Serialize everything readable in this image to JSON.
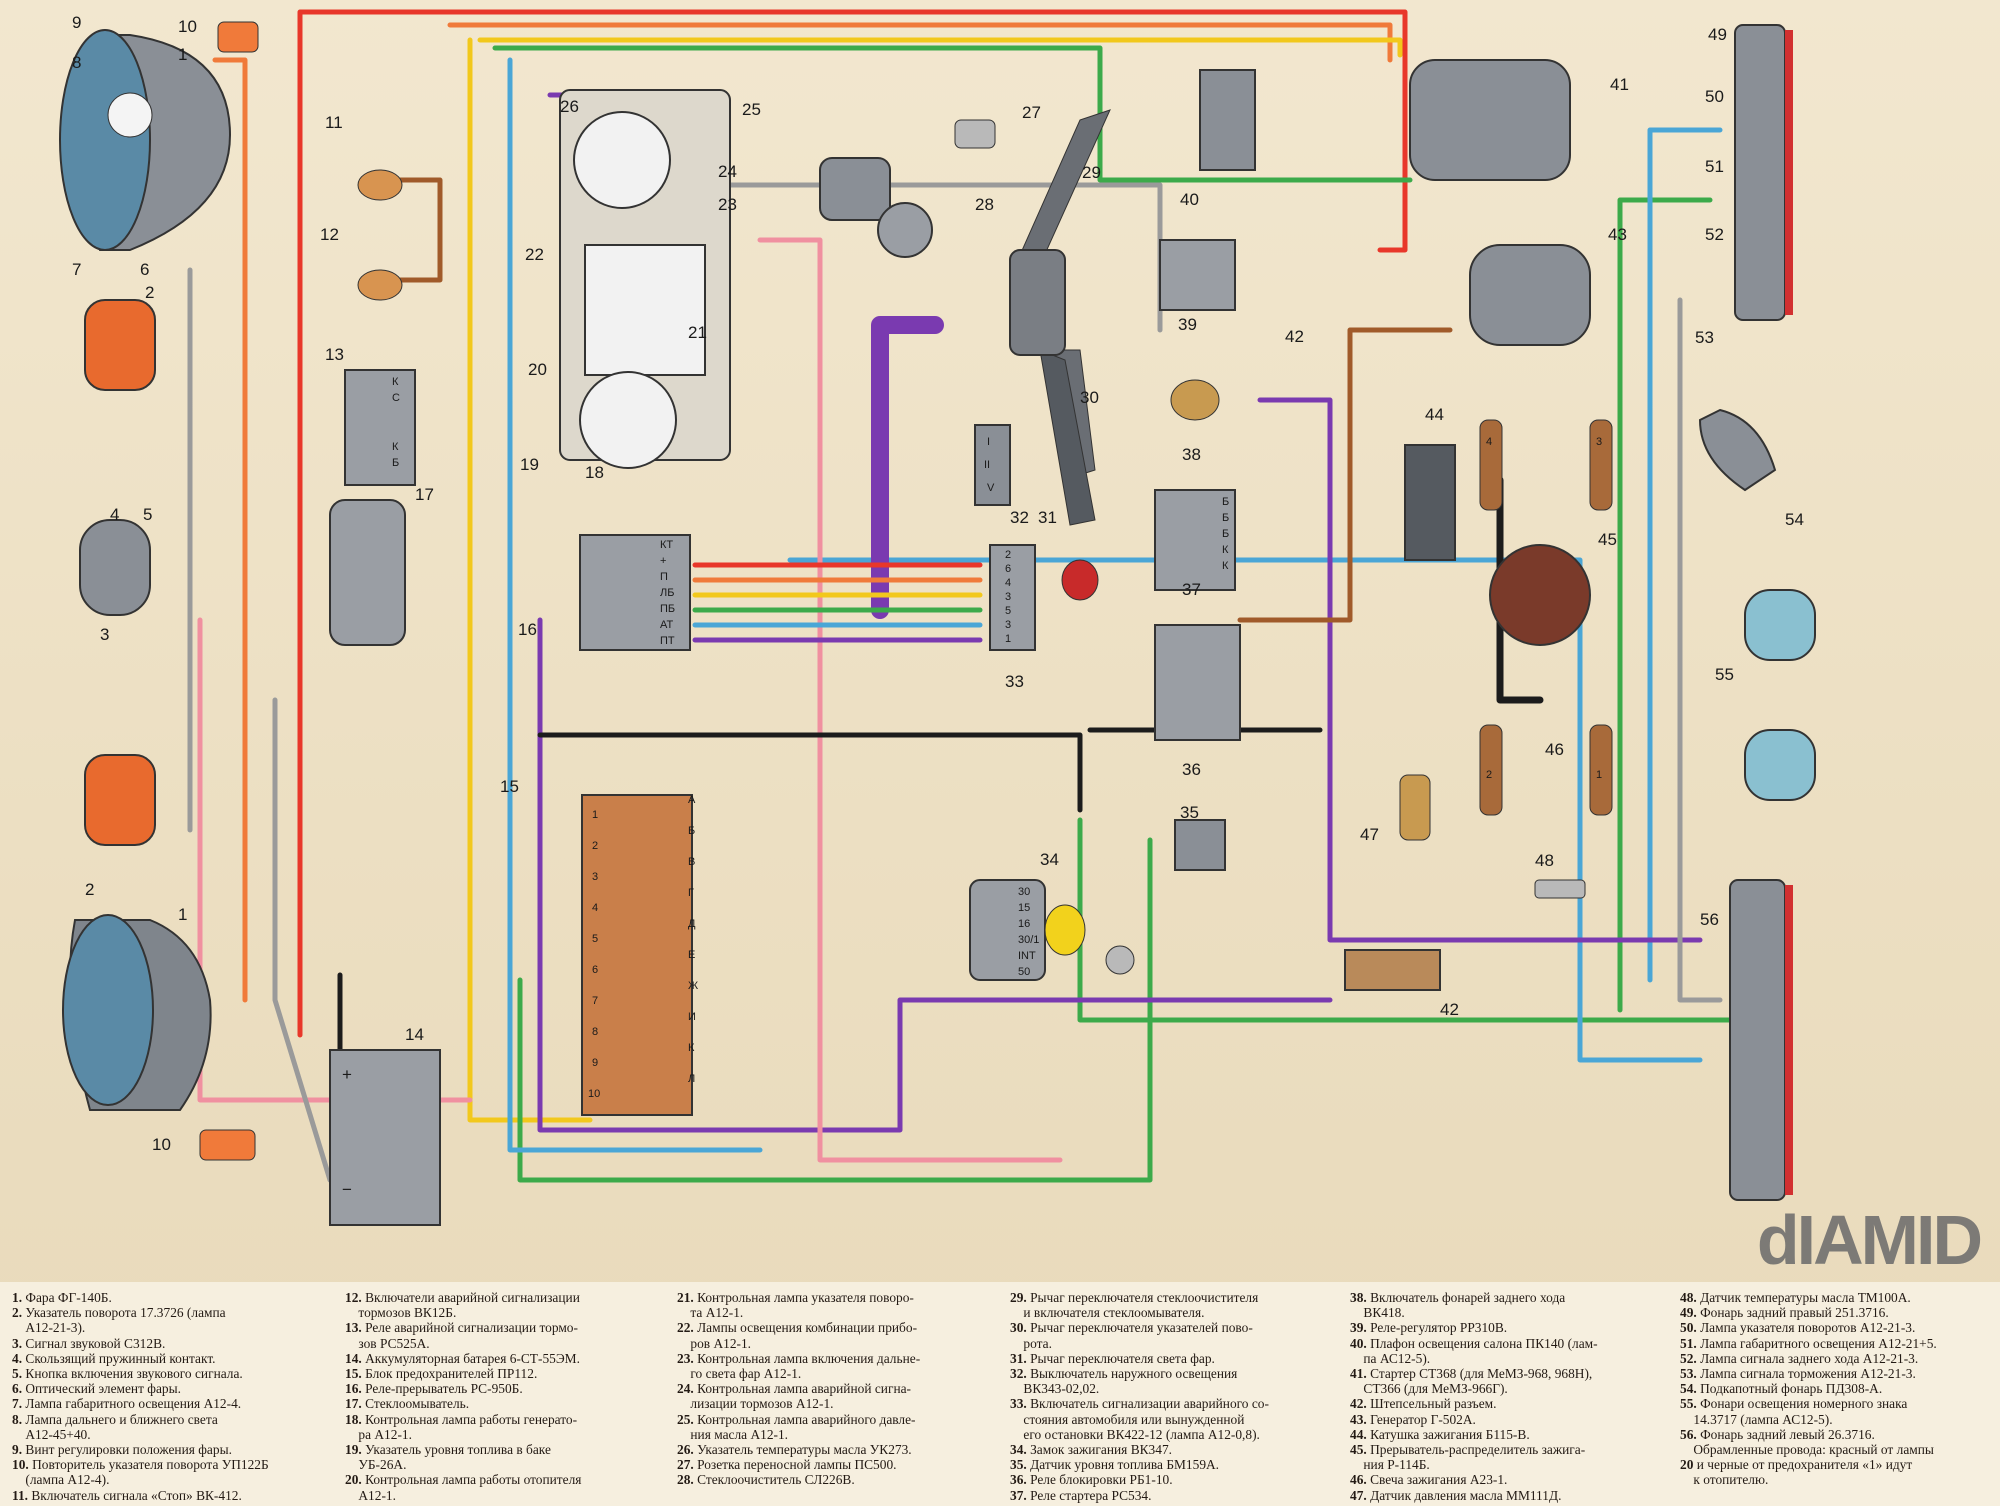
{
  "watermark": "dIAMID",
  "callouts": [
    "1",
    "2",
    "3",
    "4",
    "5",
    "6",
    "7",
    "8",
    "9",
    "10",
    "11",
    "12",
    "13",
    "14",
    "15",
    "16",
    "17",
    "18",
    "19",
    "20",
    "21",
    "22",
    "23",
    "24",
    "25",
    "26",
    "27",
    "28",
    "29",
    "30",
    "31",
    "32",
    "33",
    "34",
    "35",
    "36",
    "37",
    "38",
    "39",
    "40",
    "41",
    "42",
    "43",
    "44",
    "45",
    "46",
    "47",
    "48",
    "49",
    "50",
    "51",
    "52",
    "53",
    "54",
    "55",
    "56"
  ],
  "terminals": {
    "switch34": [
      "30",
      "15",
      "16",
      "30/1",
      "INT",
      "50"
    ],
    "switch33": [
      "2",
      "6",
      "4",
      "3",
      "5",
      "3",
      "1"
    ],
    "relay16": [
      "КТ",
      "+",
      "П",
      "ЛБ",
      "ПБ",
      "АТ",
      "ПТ"
    ],
    "relay13": [
      "К",
      "С",
      "К",
      "Б"
    ],
    "relay37": [
      "Б",
      "Б",
      "Б",
      "К",
      "К"
    ],
    "switch32": [
      "I",
      "II",
      "V"
    ],
    "fusebox": [
      "А",
      "Б",
      "В",
      "Г",
      "Д",
      "Е",
      "Ж",
      "И",
      "К",
      "Л"
    ],
    "fuse_numbers": [
      "1",
      "2",
      "3",
      "4",
      "5",
      "6",
      "7",
      "8",
      "9",
      "10"
    ],
    "battery": [
      "+",
      "−"
    ],
    "spark": [
      "1",
      "2",
      "3",
      "4"
    ]
  },
  "legend": {
    "col1": [
      {
        "n": "1.",
        "t": "Фара ФГ-140Б."
      },
      {
        "n": "2.",
        "t": "Указатель поворота 17.3726 (лампа"
      },
      {
        "n": "",
        "t": "А12-21-3)."
      },
      {
        "n": "3.",
        "t": "Сигнал звуковой С312В."
      },
      {
        "n": "4.",
        "t": "Скользящий пружинный контакт."
      },
      {
        "n": "5.",
        "t": "Кнопка включения звукового сигнала."
      },
      {
        "n": "6.",
        "t": "Оптический элемент фары."
      },
      {
        "n": "7.",
        "t": "Лампа габаритного освещения А12-4."
      },
      {
        "n": "8.",
        "t": "Лампа дальнего и ближнего света"
      },
      {
        "n": "",
        "t": "А12-45+40."
      },
      {
        "n": "9.",
        "t": "Винт регулировки положения фары."
      },
      {
        "n": "10.",
        "t": "Повторитель указателя поворота УП122Б"
      },
      {
        "n": "",
        "t": "(лампа А12-4)."
      },
      {
        "n": "11.",
        "t": "Включатель сигнала «Стоп» ВК-412."
      }
    ],
    "col2": [
      {
        "n": "12.",
        "t": "Включатели аварийной сигнализации"
      },
      {
        "n": "",
        "t": "тормозов ВК12Б."
      },
      {
        "n": "13.",
        "t": "Реле аварийной сигнализации тормо-"
      },
      {
        "n": "",
        "t": "зов РС525А."
      },
      {
        "n": "14.",
        "t": "Аккумуляторная батарея 6-СТ-55ЭМ."
      },
      {
        "n": "15.",
        "t": "Блок предохранителей ПР112."
      },
      {
        "n": "16.",
        "t": "Реле-прерыватель РС-950Б."
      },
      {
        "n": "17.",
        "t": "Стеклоомыватель."
      },
      {
        "n": "18.",
        "t": "Контрольная лампа работы генерато-"
      },
      {
        "n": "",
        "t": "ра А12-1."
      },
      {
        "n": "19.",
        "t": "Указатель уровня топлива в баке"
      },
      {
        "n": "",
        "t": "УБ-26А."
      },
      {
        "n": "20.",
        "t": "Контрольная лампа работы отопителя"
      },
      {
        "n": "",
        "t": "А12-1."
      }
    ],
    "col3": [
      {
        "n": "21.",
        "t": "Контрольная лампа указателя поворо-"
      },
      {
        "n": "",
        "t": "та А12-1."
      },
      {
        "n": "22.",
        "t": "Лампы освещения комбинации прибо-"
      },
      {
        "n": "",
        "t": "ров А12-1."
      },
      {
        "n": "23.",
        "t": "Контрольная лампа включения дальне-"
      },
      {
        "n": "",
        "t": "го света фар А12-1."
      },
      {
        "n": "24.",
        "t": "Контрольная лампа аварийной сигна-"
      },
      {
        "n": "",
        "t": "лизации тормозов А12-1."
      },
      {
        "n": "25.",
        "t": "Контрольная лампа аварийного давле-"
      },
      {
        "n": "",
        "t": "ния масла А12-1."
      },
      {
        "n": "26.",
        "t": "Указатель температуры масла УК273."
      },
      {
        "n": "27.",
        "t": "Розетка переносной лампы ПС500."
      },
      {
        "n": "28.",
        "t": "Стеклоочиститель СЛ226В."
      }
    ],
    "col4": [
      {
        "n": "29.",
        "t": "Рычаг переключателя стеклоочистителя"
      },
      {
        "n": "",
        "t": "и включателя стеклоомывателя."
      },
      {
        "n": "30.",
        "t": "Рычаг переключателя указателей пово-"
      },
      {
        "n": "",
        "t": "рота."
      },
      {
        "n": "31.",
        "t": "Рычаг переключателя света фар."
      },
      {
        "n": "32.",
        "t": "Выключатель наружного освещения"
      },
      {
        "n": "",
        "t": "ВК343-02,02."
      },
      {
        "n": "33.",
        "t": "Включатель сигнализации аварийного со-"
      },
      {
        "n": "",
        "t": "стояния автомобиля или вынужденной"
      },
      {
        "n": "",
        "t": "его остановки ВК422-12 (лампа А12-0,8)."
      },
      {
        "n": "34.",
        "t": "Замок зажигания ВК347."
      },
      {
        "n": "35.",
        "t": "Датчик уровня топлива БМ159А."
      },
      {
        "n": "36.",
        "t": "Реле блокировки РБ1-10."
      },
      {
        "n": "37.",
        "t": "Реле стартера РС534."
      }
    ],
    "col5": [
      {
        "n": "38.",
        "t": "Включатель фонарей заднего хода"
      },
      {
        "n": "",
        "t": "ВК418."
      },
      {
        "n": "39.",
        "t": "Реле-регулятор РР310В."
      },
      {
        "n": "40.",
        "t": "Плафон освещения салона ПК140 (лам-"
      },
      {
        "n": "",
        "t": "па АС12-5)."
      },
      {
        "n": "41.",
        "t": "Стартер СТ368 (для МеМЗ-968, 968Н),"
      },
      {
        "n": "",
        "t": "СТ366 (для МеМЗ-966Г)."
      },
      {
        "n": "42.",
        "t": "Штепсельный разъем."
      },
      {
        "n": "43.",
        "t": "Генератор Г-502А."
      },
      {
        "n": "44.",
        "t": "Катушка зажигания Б115-В."
      },
      {
        "n": "45.",
        "t": "Прерыватель-распределитель зажига-"
      },
      {
        "n": "",
        "t": "ния Р-114Б."
      },
      {
        "n": "46.",
        "t": "Свеча зажигания А23-1."
      },
      {
        "n": "47.",
        "t": "Датчик давления масла ММ111Д."
      }
    ],
    "col6": [
      {
        "n": "48.",
        "t": "Датчик температуры масла ТМ100А."
      },
      {
        "n": "49.",
        "t": "Фонарь задний правый 251.3716."
      },
      {
        "n": "50.",
        "t": "Лампа указателя поворотов А12-21-3."
      },
      {
        "n": "51.",
        "t": "Лампа габаритного освещения А12-21+5."
      },
      {
        "n": "52.",
        "t": "Лампа сигнала заднего хода А12-21-3."
      },
      {
        "n": "53.",
        "t": "Лампа сигнала торможения А12-21-3."
      },
      {
        "n": "54.",
        "t": "Подкапотный фонарь ПД308-А."
      },
      {
        "n": "55.",
        "t": "Фонари освещения номерного знака"
      },
      {
        "n": "",
        "t": "14.3717 (лампа АС12-5)."
      },
      {
        "n": "56.",
        "t": "Фонарь задний левый 26.3716."
      },
      {
        "n": "",
        "t": "Обрамленные провода: красный от лампы"
      },
      {
        "n": "20",
        "t": "и черные от предохранителя «1» идут"
      },
      {
        "n": "",
        "t": "к отопителю."
      }
    ]
  },
  "wire_colors": {
    "red": "#e8372a",
    "orange": "#f07a3a",
    "yellow": "#f2c81c",
    "green": "#3caa4a",
    "blue": "#4aa6d6",
    "purple": "#7a3ab0",
    "pink": "#f090a0",
    "brown": "#a05a2a",
    "gray": "#9a9a9a",
    "black": "#1c1c1c"
  }
}
